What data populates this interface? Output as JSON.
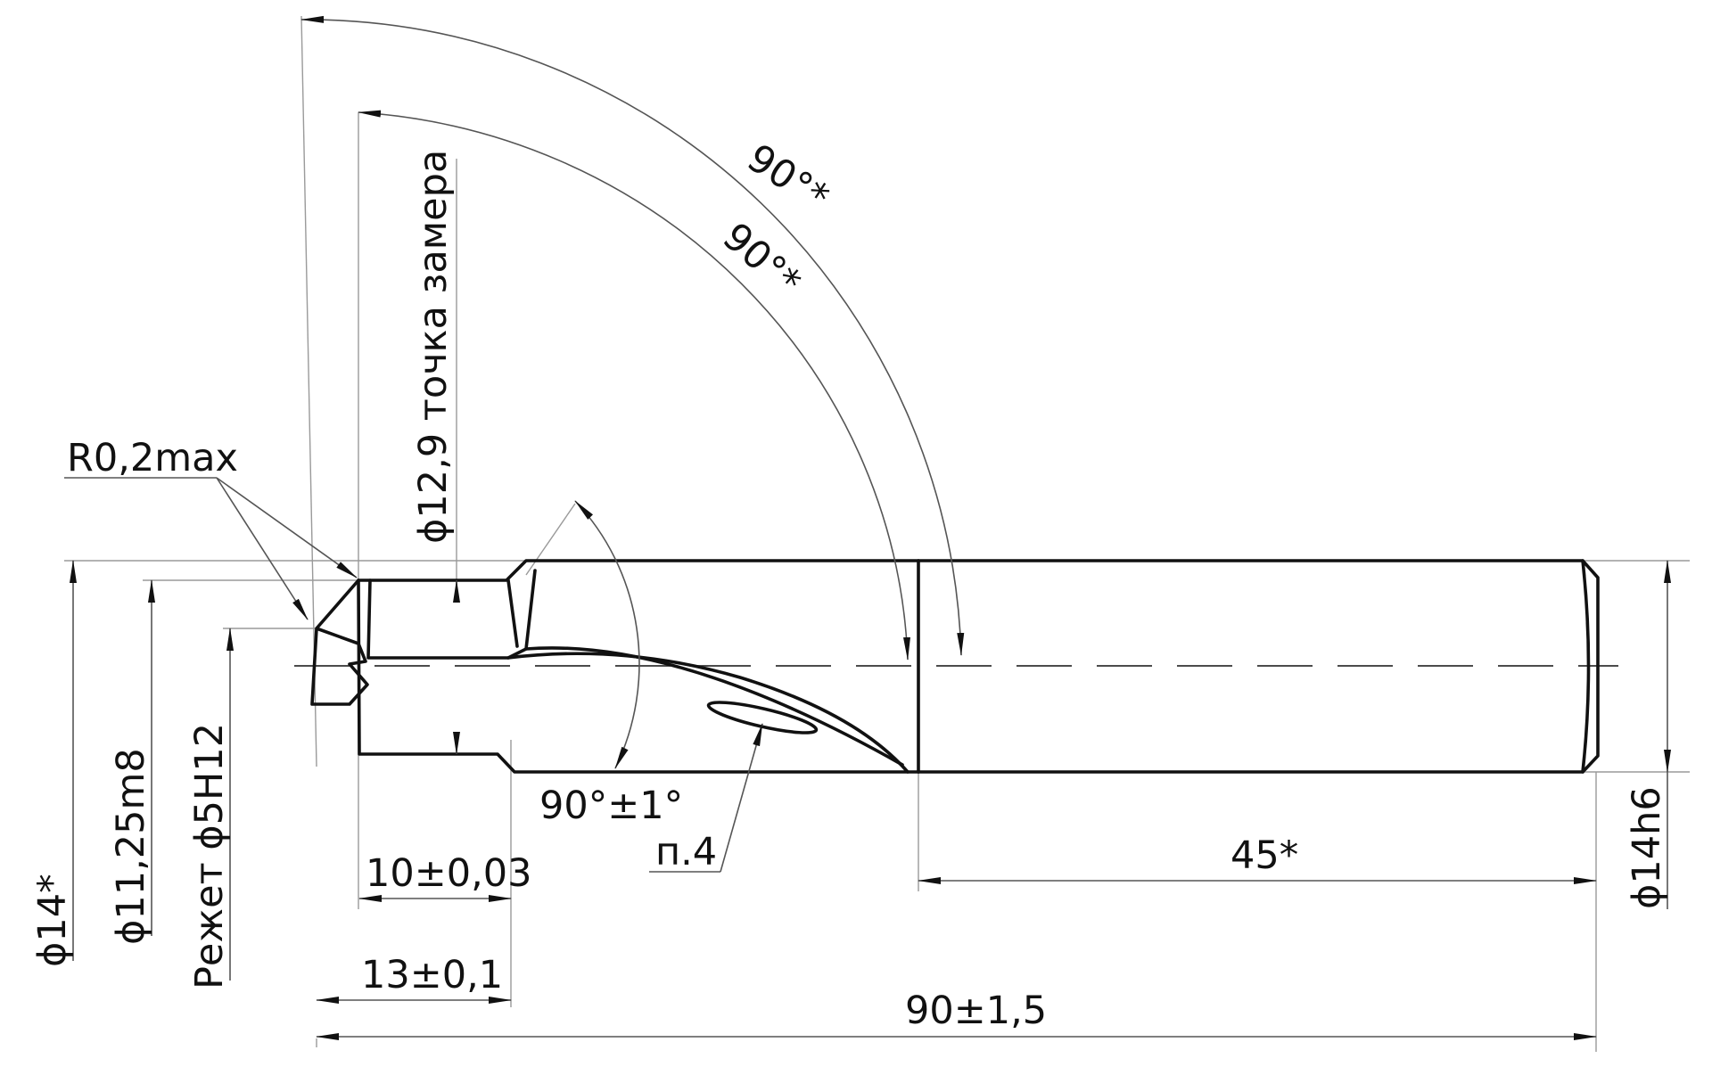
{
  "labels": {
    "angle_outer": "90°*",
    "angle_inner": "90°*",
    "measure_point": "ϕ12,9 точка замера",
    "corner_radius": "R0,2max",
    "tip_angle": "90°±1°",
    "note_ref": "п.4",
    "len_tip": "10±0,03",
    "len_step": "13±0,1",
    "len_shank": "45*",
    "len_total": "90±1,5",
    "dia_max": "ϕ14*",
    "dia_body": "ϕ11,25m8",
    "dia_cutting": "Режет ϕ5H12",
    "dia_shank": "ϕ14h6"
  }
}
